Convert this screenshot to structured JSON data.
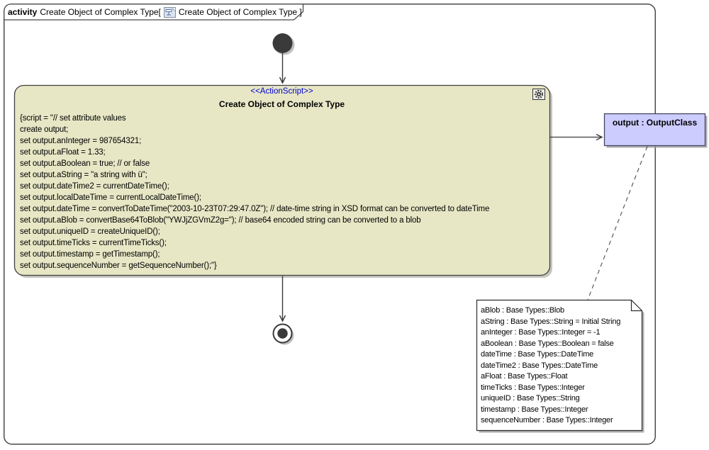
{
  "frame_title": {
    "keyword": "activity",
    "name_part": "Create Object of Complex Type[",
    "diagram_part": "Create Object of Complex Type ]"
  },
  "icons": {
    "tab_icon": "activity-diagram-icon",
    "action_marker_icon": "gear-icon"
  },
  "action_node": {
    "stereotype": "<<ActionScript>>",
    "name": "Create Object of Complex Type",
    "script_lines": [
      "{script = \"// set attribute values",
      "create output;",
      "set output.anInteger = 987654321;",
      "set output.aFloat = 1.33;",
      "set output.aBoolean = true; // or false",
      "set output.aString = \"a string with ü\";",
      "set output.dateTime2 = currentDateTime();",
      "set output.localDateTime = currentLocalDateTime();",
      "set output.dateTime = convertToDateTime(\"2003-10-23T07:29:47.0Z\"); // date-time string in XSD format can be converted to dateTime",
      "set output.aBlob = convertBase64ToBlob(\"YWJjZGVmZ2g=\"); // base64 encoded string can be converted to a blob",
      "set output.uniqueID = createUniqueID();",
      "set output.timeTicks = currentTimeTicks();",
      "set output.timestamp = getTimestamp();",
      "set output.sequenceNumber = getSequenceNumber();\"}"
    ]
  },
  "output_object": {
    "label": "output : OutputClass"
  },
  "note": {
    "lines": [
      "aBlob : Base Types::Blob",
      "aString : Base Types::String = Initial String",
      "anInteger : Base Types::Integer = -1",
      "aBoolean : Base Types::Boolean = false",
      "dateTime : Base Types::DateTime",
      "dateTime2 : Base Types::DateTime",
      "aFloat : Base Types::Float",
      "timeTicks : Base Types::Integer",
      "uniqueID : Base Types::String",
      "timestamp : Base Types::Integer",
      "sequenceNumber : Base Types::Integer"
    ]
  },
  "colors": {
    "action_node_fill": "#e7e7c6",
    "output_object_fill": "#ccccff",
    "stereotype_text": "#0000cd",
    "frame_border": "#4a4a4a",
    "note_fill": "#ffffff"
  }
}
